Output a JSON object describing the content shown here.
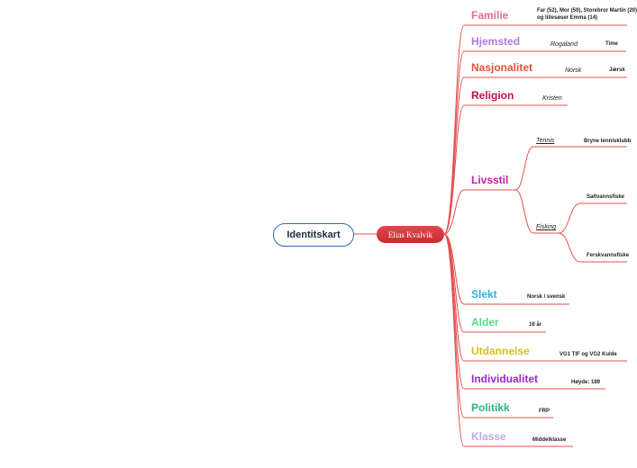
{
  "root": {
    "label": "Identitskart"
  },
  "center": {
    "label": "Elias Kvalvik"
  },
  "colors": {
    "link": "#e35050",
    "centerFill": "#d73a3e",
    "rootBorder": "#2b6cb0"
  },
  "branches": [
    {
      "label": "Familie",
      "color": "#e0708a",
      "details": [
        "Far (52), Mor (50), Storebror Martin (20)",
        "og lillesøser Emma (14)"
      ]
    },
    {
      "label": "Hjemsted",
      "color": "#b07ad8",
      "sub": "Rogaland",
      "detail": "Time"
    },
    {
      "label": "Nasjonalitet",
      "color": "#e5503a",
      "sub": "Norsk",
      "detail": "Jærsk"
    },
    {
      "label": "Religion",
      "color": "#c0104a",
      "sub": "Kristen"
    },
    {
      "label": "Livsstil",
      "color": "#c020a8",
      "children": [
        {
          "label": "Tennis",
          "detail": "Bryne tennisklubb"
        },
        {
          "label": "Fisking",
          "details": [
            "Saltvannsfiske",
            "Ferskvannsfiske"
          ]
        }
      ]
    },
    {
      "label": "Slekt",
      "color": "#30b0d8",
      "detail": "Norsk / svensk"
    },
    {
      "label": "Alder",
      "color": "#58d888",
      "detail": "16 år"
    },
    {
      "label": "Utdannelse",
      "color": "#d8c020",
      "detail": "VG1 TIF og VG2 Kulde"
    },
    {
      "label": "Individualitet",
      "color": "#9828c8",
      "detail": "Høyde: 189"
    },
    {
      "label": "Politikk",
      "color": "#30b088",
      "detail": "FRP"
    },
    {
      "label": "Klasse",
      "color": "#c8a8e0",
      "detail": "Middelklasse"
    }
  ]
}
